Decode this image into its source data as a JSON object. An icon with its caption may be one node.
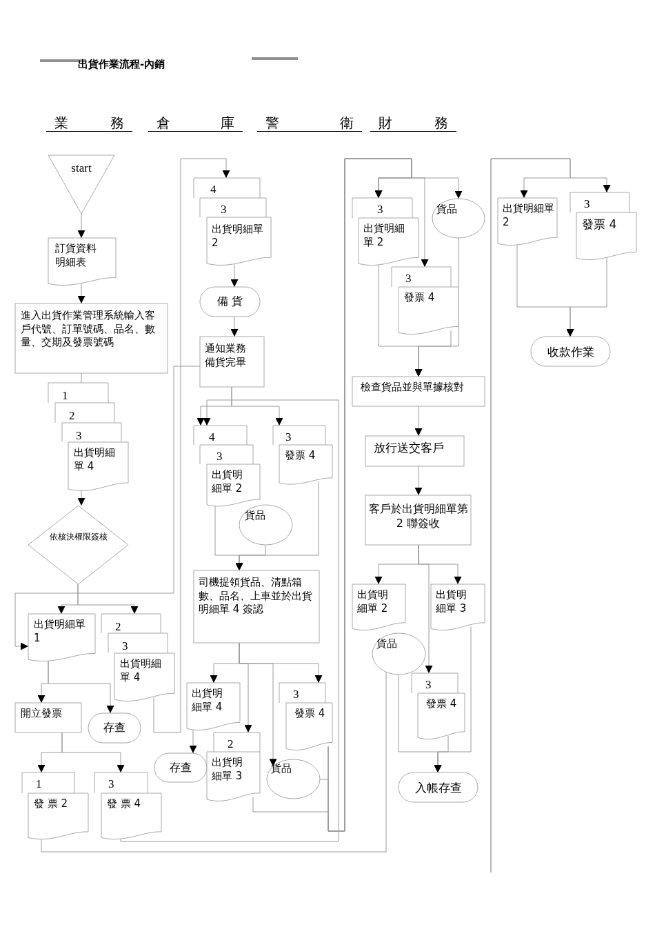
{
  "diagram": {
    "title": "出貨作業流程-內銷",
    "nodes": [
      {
        "text": [
          "start"
        ]
      },
      {
        "text": [
          "訂貨資料明細表"
        ]
      },
      {
        "text": [
          "進入出貨作業管理系統輸入客戶代號、訂單號碼、品名、數量、交期及發票號碼"
        ]
      },
      {
        "text": [
          "1"
        ]
      },
      {
        "text": [
          "2"
        ]
      },
      {
        "text": [
          "3"
        ]
      },
      {
        "text": [
          "出貨明細單 4"
        ]
      },
      {
        "text": [
          "依核決權限簽核"
        ]
      },
      {
        "text": [
          "出貨明細單 1"
        ]
      },
      {
        "text": [
          "2"
        ]
      },
      {
        "text": [
          "3"
        ]
      },
      {
        "text": [
          "出貨明細單 4"
        ]
      },
      {
        "text": [
          "開立發票"
        ]
      },
      {
        "text": [
          "存查"
        ]
      },
      {
        "text": [
          "1"
        ]
      },
      {
        "text": [
          "發 票 2"
        ]
      },
      {
        "text": [
          "3"
        ]
      },
      {
        "text": [
          "發 票 4"
        ]
      },
      {
        "text": [
          "4"
        ]
      },
      {
        "text": [
          "3"
        ]
      },
      {
        "text": [
          "出貨明細單 2"
        ]
      },
      {
        "text": [
          "備 貨"
        ]
      },
      {
        "text": [
          "通知業務備貨完畢"
        ]
      },
      {
        "text": [
          "4"
        ]
      },
      {
        "text": [
          "3"
        ]
      },
      {
        "text": [
          "出貨明細單 2"
        ]
      },
      {
        "text": [
          "3"
        ]
      },
      {
        "text": [
          "發票 4"
        ]
      },
      {
        "text": [
          "貨品"
        ]
      },
      {
        "text": [
          "司機提領貨品、清點箱數、品名、上車並於出貨明細單 4 簽認"
        ]
      },
      {
        "text": [
          "出貨明細單 4"
        ]
      },
      {
        "text": [
          "存查"
        ]
      },
      {
        "text": [
          "2"
        ]
      },
      {
        "text": [
          "出貨明細單 3"
        ]
      },
      {
        "text": [
          "3"
        ]
      },
      {
        "text": [
          "發票 4"
        ]
      },
      {
        "text": [
          "貨品"
        ]
      },
      {
        "text": [
          "3"
        ]
      },
      {
        "text": [
          "出貨明細單 2"
        ]
      },
      {
        "text": [
          "貨品"
        ]
      },
      {
        "text": [
          "3"
        ]
      },
      {
        "text": [
          "發票 4"
        ]
      },
      {
        "text": [
          "檢查貨品並與單據核對"
        ]
      },
      {
        "text": [
          "放行送交客戶"
        ]
      },
      {
        "text": [
          "客戶於出貨明細單第 2 聯簽收"
        ]
      },
      {
        "text": [
          "出貨明細單 2"
        ]
      },
      {
        "text": [
          "出貨明細單 3"
        ]
      },
      {
        "text": [
          "貨品"
        ]
      },
      {
        "text": [
          "3"
        ]
      },
      {
        "text": [
          "發票 4"
        ]
      },
      {
        "text": [
          "入帳存查"
        ]
      },
      {
        "text": [
          "出貨明細單 2"
        ]
      },
      {
        "text": [
          "3"
        ]
      },
      {
        "text": [
          "發票 4"
        ]
      },
      {
        "text": [
          "收款作業"
        ]
      }
    ],
    "edges": [
      {
        "from": 0,
        "to": 1,
        "arrow": "to"
      },
      {
        "from": 1,
        "to": 2,
        "arrow": "to"
      },
      {
        "from": 2,
        "to": 3,
        "arrow": "none"
      },
      {
        "from": 6,
        "to": 7,
        "arrow": "to"
      },
      {
        "from": 7,
        "to": 8,
        "arrow": "to"
      },
      {
        "from": 7,
        "to": 9,
        "arrow": "to"
      },
      {
        "from": 22,
        "to": 8,
        "arrow": "to"
      },
      {
        "from": 11,
        "to": 18,
        "arrow": "to"
      },
      {
        "from": 8,
        "to": 12,
        "arrow": "to"
      },
      {
        "from": 8,
        "to": 13,
        "arrow": "to"
      },
      {
        "from": 12,
        "to": 14,
        "arrow": "to"
      },
      {
        "from": 12,
        "to": 16,
        "arrow": "to"
      },
      {
        "from": 15,
        "to": 47,
        "arrow": "none"
      },
      {
        "from": 17,
        "to": 23,
        "arrow": "to"
      },
      {
        "from": 20,
        "to": 21,
        "arrow": "to"
      },
      {
        "from": 21,
        "to": 22,
        "arrow": "to"
      },
      {
        "from": 22,
        "to": 23,
        "arrow": "to"
      },
      {
        "from": 22,
        "to": 26,
        "arrow": "to"
      },
      {
        "from": 25,
        "to": 29,
        "arrow": "to"
      },
      {
        "from": 27,
        "to": 29,
        "arrow": "to"
      },
      {
        "from": 28,
        "to": 29,
        "arrow": "to"
      },
      {
        "from": 29,
        "to": 30,
        "arrow": "to"
      },
      {
        "from": 29,
        "to": 32,
        "arrow": "to"
      },
      {
        "from": 29,
        "to": 34,
        "arrow": "to"
      },
      {
        "from": 29,
        "to": 36,
        "arrow": "to"
      },
      {
        "from": 30,
        "to": 31,
        "arrow": "to"
      },
      {
        "from": 35,
        "to": 37,
        "arrow": "to"
      },
      {
        "from": 35,
        "to": 39,
        "arrow": "to"
      },
      {
        "from": 35,
        "to": 40,
        "arrow": "to"
      },
      {
        "from": 33,
        "to": 37,
        "arrow": "to"
      },
      {
        "from": 36,
        "to": 37,
        "arrow": "to"
      },
      {
        "from": 38,
        "to": 42,
        "arrow": "to"
      },
      {
        "from": 41,
        "to": 42,
        "arrow": "to"
      },
      {
        "from": 39,
        "to": 42,
        "arrow": "to"
      },
      {
        "from": 42,
        "to": 43,
        "arrow": "to"
      },
      {
        "from": 43,
        "to": 44,
        "arrow": "to"
      },
      {
        "from": 44,
        "to": 45,
        "arrow": "to"
      },
      {
        "from": 44,
        "to": 46,
        "arrow": "to"
      },
      {
        "from": 44,
        "to": 48,
        "arrow": "to"
      },
      {
        "from": 47,
        "to": 50,
        "arrow": "to"
      },
      {
        "from": 49,
        "to": 50,
        "arrow": "to"
      },
      {
        "from": 46,
        "to": 50,
        "arrow": "to"
      },
      {
        "from": null,
        "to": 51,
        "arrow": "to"
      },
      {
        "from": null,
        "to": 52,
        "arrow": "to"
      },
      {
        "from": 51,
        "to": 54,
        "arrow": "to"
      },
      {
        "from": 53,
        "to": 54,
        "arrow": "to"
      }
    ],
    "labels": [
      "業務",
      "倉庫",
      "警衛",
      "財務"
    ]
  }
}
